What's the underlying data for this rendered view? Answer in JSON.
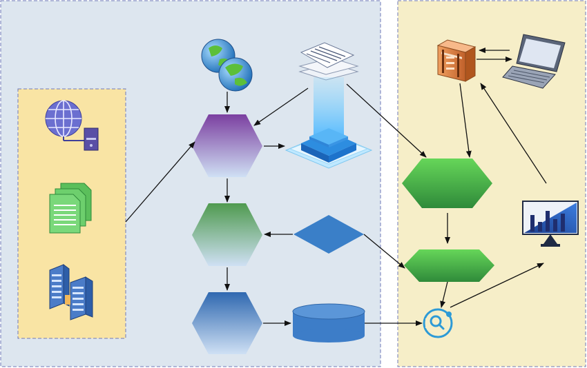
{
  "diagram": {
    "panels": {
      "main": {
        "fill": "#dde6ef",
        "border": "#6f78b8"
      },
      "left": {
        "fill": "#f9e4a4",
        "border": "#6f78b8"
      },
      "right": {
        "fill": "#f6eec8",
        "border": "#6f78b8"
      }
    },
    "colors": {
      "purple": "#7b3fa0",
      "green": "#4f9a4f",
      "blue": "#2f68b0",
      "bright_green": "#5fcf52",
      "diamond": "#3a7fc8",
      "database": "#3d7dc8",
      "arrow": "#111111"
    },
    "icons": [
      "globe-server-icon",
      "documents-icon",
      "server-buildings-icon",
      "globes-icon",
      "document-stack-icon",
      "chip-icon",
      "server-rack-icon",
      "laptop-icon",
      "monitor-chart-icon",
      "search-analytics-icon"
    ],
    "shapes": [
      "hexagon-purple",
      "hexagon-green",
      "hexagon-blue",
      "diamond",
      "database",
      "hexagon-bright-green-1",
      "hexagon-bright-green-2"
    ]
  }
}
